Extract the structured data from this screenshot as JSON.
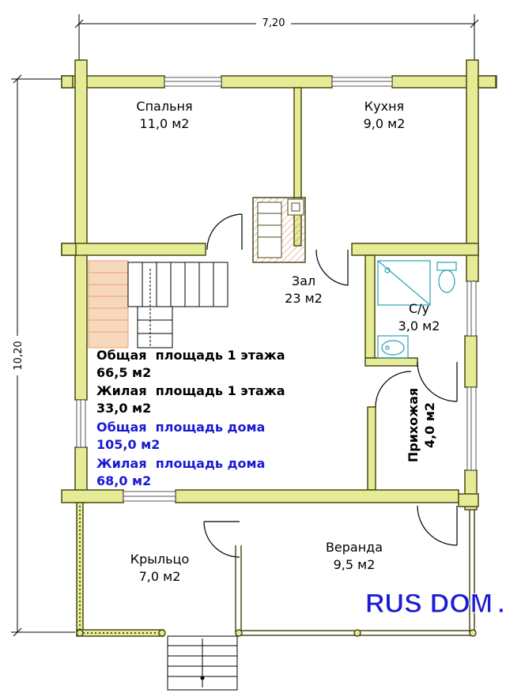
{
  "dimensions": {
    "width_label": "7,20",
    "height_label": "10,20"
  },
  "rooms": {
    "bedroom": {
      "name": "Спальня",
      "area": "11,0 м2"
    },
    "kitchen": {
      "name": "Кухня",
      "area": "9,0 м2"
    },
    "hall": {
      "name": "Зал",
      "area": "23 м2"
    },
    "bathroom": {
      "name": "С/у",
      "area": "3,0 м2"
    },
    "hallway": {
      "name": "Прихожая",
      "area": "4,0 м2"
    },
    "porch": {
      "name": "Крыльцо",
      "area": "7,0 м2"
    },
    "veranda": {
      "name": "Веранда",
      "area": "9,5 м2"
    }
  },
  "summary": {
    "floor_total_label": "Общая  площадь 1 этажа",
    "floor_total_value": "66,5 м2",
    "floor_living_label": "Жилая  площадь 1 этажа",
    "floor_living_value": "33,0 м2",
    "house_total_label": "Общая  площадь дома",
    "house_total_value": "105,0 м2",
    "house_living_label": "Жилая  площадь дома",
    "house_living_value": "68,0 м2"
  },
  "watermark": {
    "part1": "RUS",
    "part2": "DOM",
    "part3": ".RU"
  },
  "colors": {
    "wall_fill": "#e6eb96",
    "wall_stroke": "#4a4a18",
    "summary_blue": "#1a1ad4",
    "watermark_blue": "#1a1ad4",
    "stair_orange": "#e8a070",
    "fixture_cyan": "#2aa0b4"
  }
}
